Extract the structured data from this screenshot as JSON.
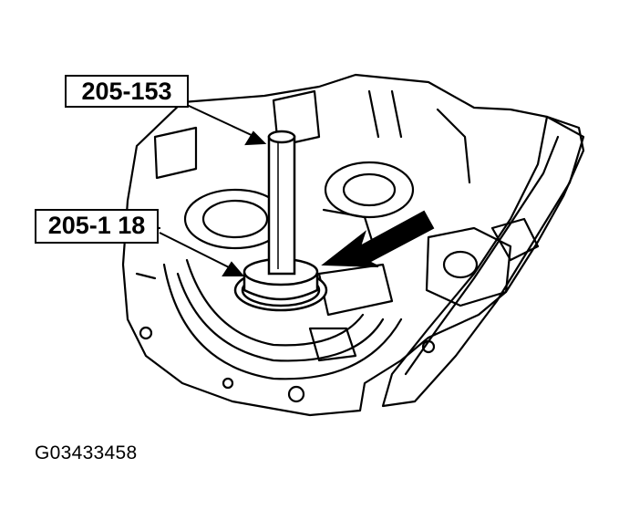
{
  "callouts": {
    "tool_upper": "205-153",
    "tool_lower": "205-1 18"
  },
  "figure_id": "G03433458",
  "colors": {
    "ink": "#000000",
    "paper": "#ffffff"
  }
}
